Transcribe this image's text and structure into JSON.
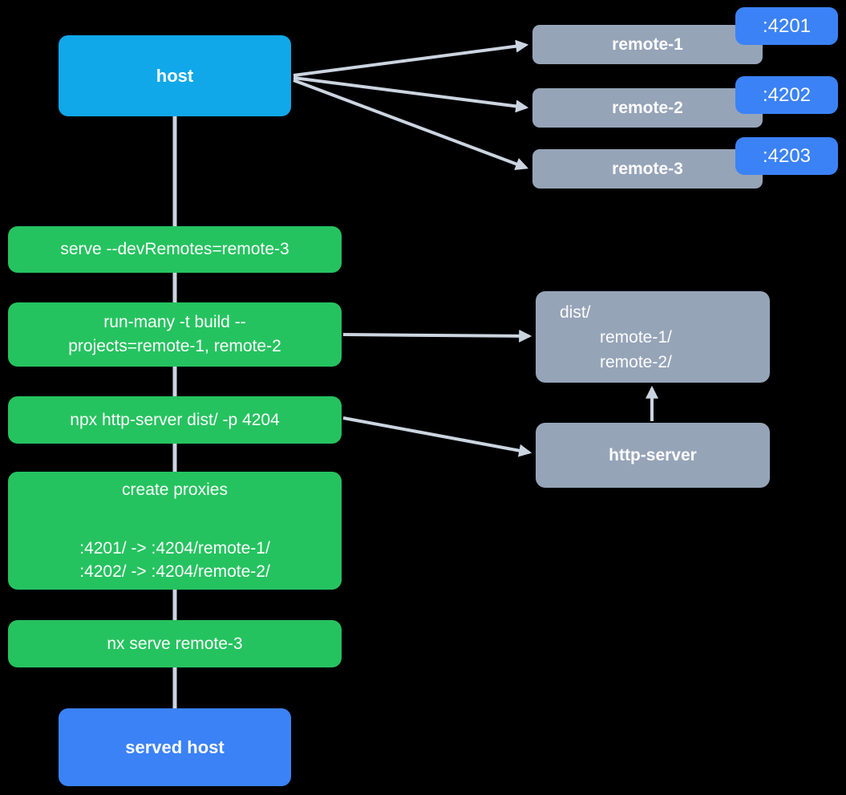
{
  "colors": {
    "bg": "#000000",
    "host-blue": "#10a8e9",
    "served-blue": "#3b82f6",
    "badge-blue": "#3b82f6",
    "node-gray": "#96a4b8",
    "green": "#25c35f",
    "connector": "#cbd5e1",
    "text": "#fdfdfd"
  },
  "nodes": {
    "host": {
      "label": "host"
    },
    "remotes": [
      {
        "label": "remote-1",
        "port": ":4201"
      },
      {
        "label": "remote-2",
        "port": ":4202"
      },
      {
        "label": "remote-3",
        "port": ":4203"
      }
    ],
    "steps": [
      {
        "lines": [
          "serve --devRemotes=remote-3"
        ]
      },
      {
        "lines": [
          "run-many -t build --",
          "projects=remote-1, remote-2"
        ]
      },
      {
        "lines": [
          "npx http-server dist/ -p 4204"
        ]
      },
      {
        "lines": [
          "create proxies",
          "",
          ":4201/ -> :4204/remote-1/",
          ":4202/ -> :4204/remote-2/"
        ]
      },
      {
        "lines": [
          "nx serve remote-3"
        ]
      }
    ],
    "dist": {
      "lines": [
        "dist/",
        "remote-1/",
        "remote-2/"
      ]
    },
    "http_server": {
      "label": "http-server"
    },
    "served_host": {
      "label": "served host"
    }
  }
}
